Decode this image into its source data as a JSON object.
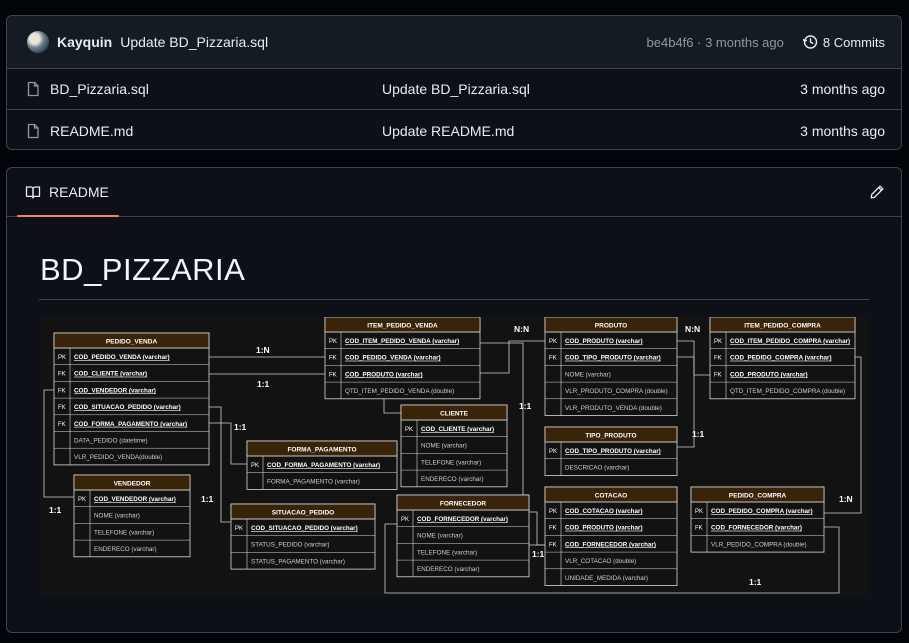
{
  "commit_bar": {
    "author": "Kayquin",
    "message": "Update BD_Pizzaria.sql",
    "hash": "be4b4f6",
    "separator": "·",
    "age": "3 months ago",
    "commits_label": "8 Commits"
  },
  "files": [
    {
      "name": "BD_Pizzaria.sql",
      "commit": "Update BD_Pizzaria.sql",
      "age": "3 months ago"
    },
    {
      "name": "README.md",
      "commit": "Update README.md",
      "age": "3 months ago"
    }
  ],
  "readme": {
    "tab_label": "README",
    "title": "BD_PIZZARIA"
  },
  "colors": {
    "page_bg": "#010409",
    "panel_bg": "#0d1117",
    "border": "#3d444d",
    "tab_underline": "#f78166",
    "entity_header": "#3a2409"
  },
  "icons": [
    "history-icon",
    "file-icon",
    "book-icon",
    "pencil-icon"
  ],
  "diagram": {
    "entities": [
      {
        "name": "PEDIDO_VENDA",
        "rows": [
          {
            "key": "PK",
            "text": "COD_PEDIDO_VENDA (varchar)",
            "pk": true
          },
          {
            "key": "FK",
            "text": "COD_CLIENTE (varchar)",
            "pk": true
          },
          {
            "key": "FK",
            "text": "COD_VENDEDOR (varchar)",
            "pk": true
          },
          {
            "key": "FK",
            "text": "COD_SITUACAO_PEDIDO (varchar)",
            "pk": true
          },
          {
            "key": "FK",
            "text": "COD_FORMA_PAGAMENTO (varchar)",
            "pk": true
          },
          {
            "key": "",
            "text": "DATA_PEDIDO (datetime)",
            "pk": false
          },
          {
            "key": "",
            "text": "VLR_PEDIDO_VENDA(double)",
            "pk": false
          }
        ]
      },
      {
        "name": "ITEM_PEDIDO_VENDA",
        "rows": [
          {
            "key": "PK",
            "text": "COD_ITEM_PEDIDO_VENDA (varchar)",
            "pk": true
          },
          {
            "key": "FK",
            "text": "COD_PEDIDO_VENDA (varchar)",
            "pk": true
          },
          {
            "key": "FK",
            "text": "COD_PRODUTO (varchar)",
            "pk": true
          },
          {
            "key": "",
            "text": "QTD_ITEM_PEDIDO_VENDA (double)",
            "pk": false
          }
        ]
      },
      {
        "name": "PRODUTO",
        "rows": [
          {
            "key": "PK",
            "text": "COD_PRODUTO (varchar)",
            "pk": true
          },
          {
            "key": "FK",
            "text": "COD_TIPO_PRODUTO (varchar)",
            "pk": true
          },
          {
            "key": "",
            "text": "NOME (varchar)",
            "pk": false
          },
          {
            "key": "",
            "text": "VLR_PRODUTO_COMPRA (double)",
            "pk": false
          },
          {
            "key": "",
            "text": "VLR_PRODUTO_VENDA (double)",
            "pk": false
          }
        ]
      },
      {
        "name": "ITEM_PEDIDO_COMPRA",
        "rows": [
          {
            "key": "PK",
            "text": "COD_ITEM_PEDIDO_COMPRA (varchar)",
            "pk": true
          },
          {
            "key": "FK",
            "text": "COD_PEDIDO_COMPRA (varchar)",
            "pk": true
          },
          {
            "key": "FK",
            "text": "COD_PRODUTO (varchar)",
            "pk": true
          },
          {
            "key": "",
            "text": "QTD_ITEM_PEDIDO_COMPRA (double)",
            "pk": false
          }
        ]
      },
      {
        "name": "CLIENTE",
        "rows": [
          {
            "key": "PK",
            "text": "COD_CLIENTE (varchar)",
            "pk": true
          },
          {
            "key": "",
            "text": "NOME (varchar)",
            "pk": false
          },
          {
            "key": "",
            "text": "TELEFONE (varchar)",
            "pk": false
          },
          {
            "key": "",
            "text": "ENDERECO (varchar)",
            "pk": false
          }
        ]
      },
      {
        "name": "FORMA_PAGAMENTO",
        "rows": [
          {
            "key": "PK",
            "text": "COD_FORMA_PAGAMENTO (varchar)",
            "pk": true
          },
          {
            "key": "",
            "text": "FORMA_PAGAMENTO (varchar)",
            "pk": false
          }
        ]
      },
      {
        "name": "TIPO_PRODUTO",
        "rows": [
          {
            "key": "PK",
            "text": "COD_TIPO_PRODUTO (varchar)",
            "pk": true
          },
          {
            "key": "",
            "text": "DESCRICAO (varchar)",
            "pk": false
          }
        ]
      },
      {
        "name": "VENDEDOR",
        "rows": [
          {
            "key": "PK",
            "text": "COD_VENDEDOR (varchar)",
            "pk": true
          },
          {
            "key": "",
            "text": "NOME (varchar)",
            "pk": false
          },
          {
            "key": "",
            "text": "TELEFONE (varchar)",
            "pk": false
          },
          {
            "key": "",
            "text": "ENDERECO (varchar)",
            "pk": false
          }
        ]
      },
      {
        "name": "SITUACAO_PEDIDO",
        "rows": [
          {
            "key": "PK",
            "text": "COD_SITUACAO_PEDIDO (varchar)",
            "pk": true
          },
          {
            "key": "",
            "text": "STATUS_PEDIDO (varchar)",
            "pk": false
          },
          {
            "key": "",
            "text": "STATUS_PAGAMENTO (varchar)",
            "pk": false
          }
        ]
      },
      {
        "name": "FORNECEDOR",
        "rows": [
          {
            "key": "PK",
            "text": "COD_FORNECEDOR (varchar)",
            "pk": true
          },
          {
            "key": "",
            "text": "NOME (varchar)",
            "pk": false
          },
          {
            "key": "",
            "text": "TELEFONE (varchar)",
            "pk": false
          },
          {
            "key": "",
            "text": "ENDERECO (varchar)",
            "pk": false
          }
        ]
      },
      {
        "name": "COTACAO",
        "rows": [
          {
            "key": "PK",
            "text": "COD_COTACAO (varchar)",
            "pk": true
          },
          {
            "key": "FK",
            "text": "COD_PRODUTO (varchar)",
            "pk": true
          },
          {
            "key": "FK",
            "text": "COD_FORNECEDOR (varchar)",
            "pk": true
          },
          {
            "key": "",
            "text": "VLR_COTACAO (double)",
            "pk": false
          },
          {
            "key": "",
            "text": "UNIDADE_MEDIDA (varchar)",
            "pk": false
          }
        ]
      },
      {
        "name": "PEDIDO_COMPRA",
        "rows": [
          {
            "key": "PK",
            "text": "COD_PEDIDO_COMPRA (varchar)",
            "pk": true
          },
          {
            "key": "FK",
            "text": "COD_FORNECEDOR (varchar)",
            "pk": true
          },
          {
            "key": "",
            "text": "VLR_PEDIDO_COMPRA (double)",
            "pk": false
          }
        ]
      }
    ],
    "relation_labels": [
      "1:N",
      "N:N",
      "N:N",
      "1:1",
      "1:1",
      "1:1",
      "1:1",
      "1:1",
      "1:1",
      "1:1",
      "1:N",
      "1:1"
    ]
  }
}
